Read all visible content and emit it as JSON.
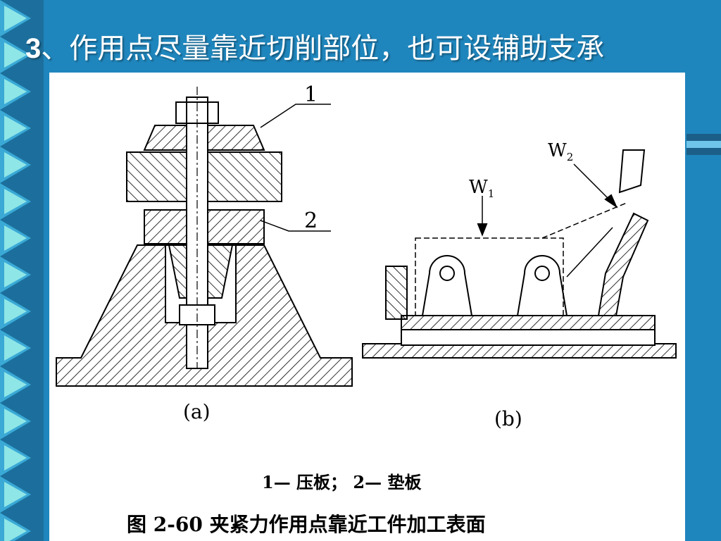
{
  "slide": {
    "title_number": "3",
    "title_text": "、作用点尽量靠近切削部位，也可设辅助支承"
  },
  "figure": {
    "callout_1": "1",
    "callout_2": "2",
    "force_w1": "W",
    "force_w1_sub": "1",
    "force_w2": "W",
    "force_w2_sub": "2",
    "label_a": "(a)",
    "label_b": "(b)",
    "legend": "1— 压板；  2— 垫板",
    "caption": "图 2-60    夹紧力作用点靠近工件加工表面"
  },
  "colors": {
    "background": "#1f86bd",
    "strip": "#1c6f9c",
    "triangle_light": "#8fe6e6",
    "triangle_dark": "#3aa9d6",
    "title_text": "#ffffff",
    "panel": "#ffffff",
    "line": "#000000"
  }
}
